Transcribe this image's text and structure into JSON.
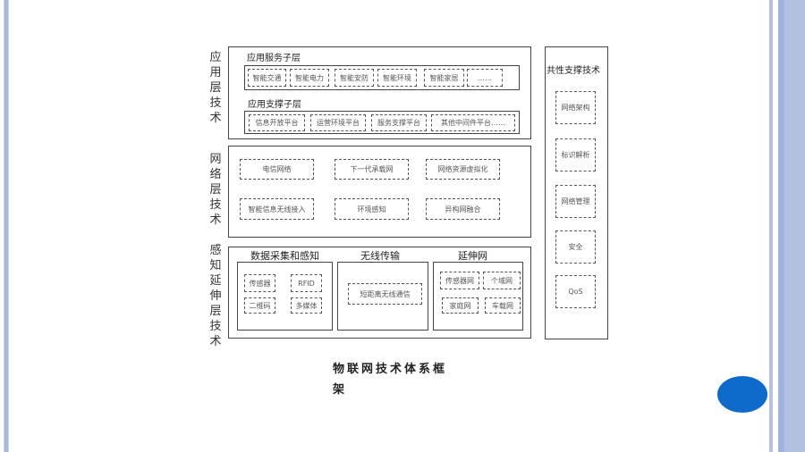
{
  "app_layer": {
    "label": "应用层技术",
    "service_title": "应用服务子层",
    "services": [
      "智能交通",
      "智能电力",
      "智能安防",
      "智能环境",
      "智能家居",
      "……"
    ],
    "support_title": "应用支撑子层",
    "supports": [
      "信息开放平台",
      "运营环境平台",
      "服务支撑平台",
      "其他中间件平台……"
    ]
  },
  "network_layer": {
    "label": "网络层技术",
    "items": [
      "电信网络",
      "下一代承载网",
      "网络资源虚拟化",
      "智能信息无线接入",
      "环境感知",
      "异构网融合"
    ]
  },
  "perception_layer": {
    "label": "感知延伸层技术",
    "groups": [
      {
        "title": "数据采集和感知",
        "items": [
          "传感器",
          "RFID",
          "二维码",
          "多媒体"
        ]
      },
      {
        "title": "无线传输",
        "items": [
          "短距离无线通信"
        ]
      },
      {
        "title": "延伸网",
        "items": [
          "传感器网",
          "个域网",
          "家庭网",
          "车载网"
        ]
      }
    ]
  },
  "common": {
    "title": "共性支撑技术",
    "items": [
      "网络架构",
      "标识解析",
      "网络管理",
      "安全",
      "QoS"
    ]
  },
  "caption": {
    "line1": "物联网技术体系框",
    "line2": "架"
  },
  "colors": {
    "accent_circle": "#0e6bcc",
    "stripe": "#b4c3e2"
  }
}
